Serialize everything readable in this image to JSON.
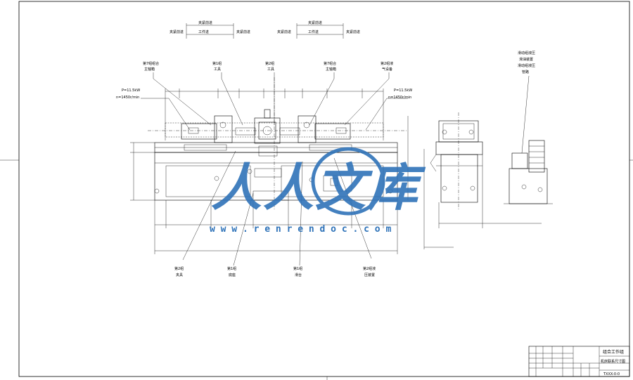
{
  "callouts": {
    "top_left_top": "夹紧前进",
    "top_left_mid": "工件进",
    "top_left_left": "夹紧前进",
    "top_left_right": "夹紧前进",
    "top_right_top": "夹紧前进",
    "top_right_mid": "工件进",
    "top_right_left": "夹紧前进",
    "top_right_right": "夹紧前进",
    "c1_line1": "第7组组合",
    "c1_line2": "主轴箱",
    "c2_line1": "第1组",
    "c2_line2": "工具",
    "c3_line1": "第2组",
    "c3_line2": "工具",
    "c4_line1": "第7组合",
    "c4_line2": "主轴箱",
    "c5_line1": "第2组液",
    "c5_line2": "气设备",
    "motor_left_line1": "P=11.5kW",
    "motor_left_line2": "n=1450r/min",
    "motor_right_line1": "P=11.5kW",
    "motor_right_line2": "n=1450r/min",
    "side_line1": "滑动组液压",
    "side_line2": "滑油装置",
    "side_line3": "滑动组液压",
    "side_line4": "管路",
    "b1_line1": "第2组",
    "b1_line2": "夹具",
    "b2_line1": "第1组",
    "b2_line2": "底座",
    "b3_line1": "第1组",
    "b3_line2": "滑台",
    "b4_line1": "第2组液",
    "b4_line2": "压装置"
  },
  "watermark": {
    "text": "人人文库",
    "url": "w w w . r e n r e n d o c . c o m",
    "color": "#2f73b9"
  },
  "title_block": {
    "title": "组合工作组",
    "subtitle": "机床联系尺寸图",
    "drawing_no": "TXXX-0-0"
  }
}
